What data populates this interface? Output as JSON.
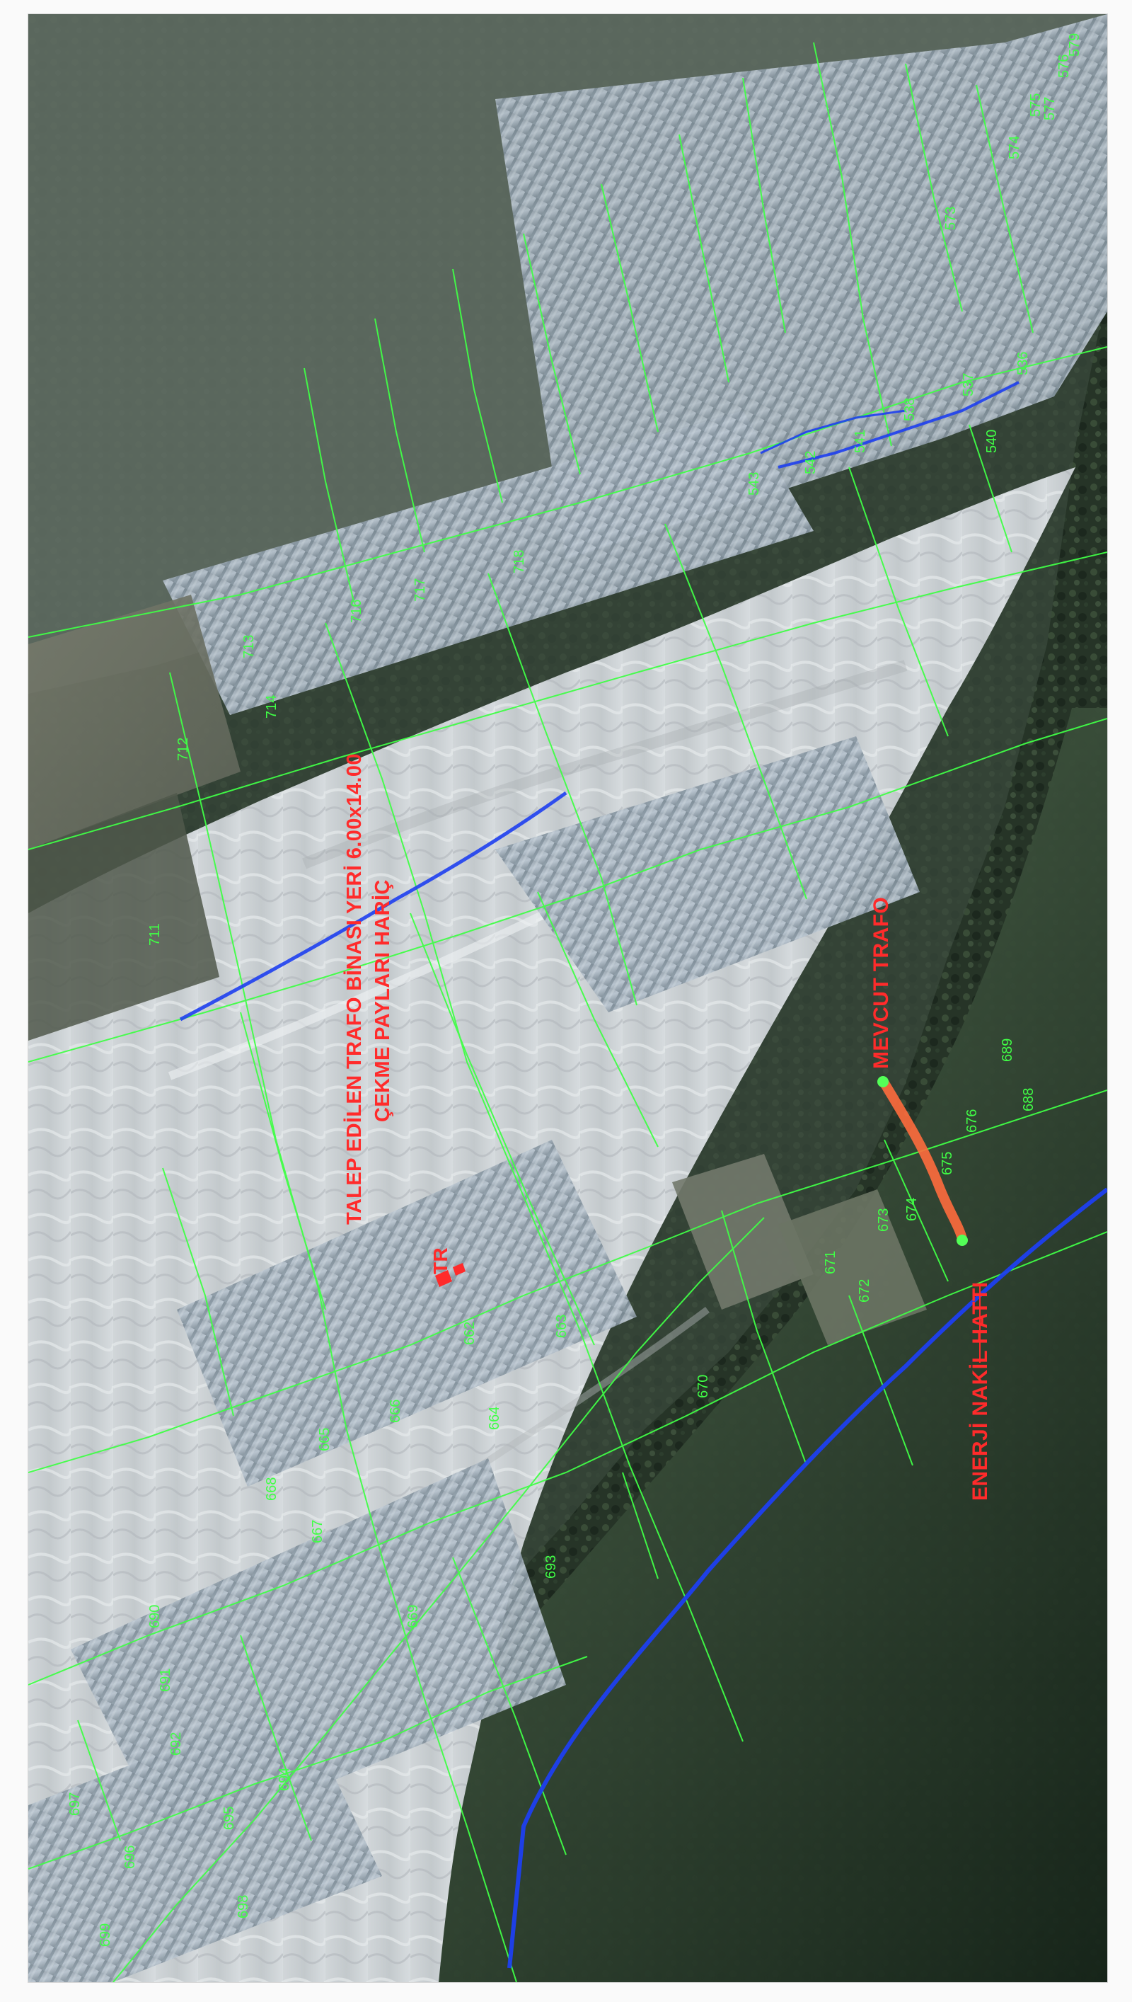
{
  "map": {
    "labels": {
      "talep_line1": "TALEP EDİLEN TRAFO BİNASI YERİ 6.00x14.00",
      "talep_line2": "ÇEKME PAYLARI HARİÇ",
      "mevcut_trafo": "MEVCUT TRAFO",
      "tr": "TR",
      "enerji_nakil_hatti": "ENERJİ NAKİL HATTI"
    },
    "parcel_numbers": [
      "711",
      "712",
      "714",
      "713",
      "716",
      "717",
      "718",
      "543",
      "542",
      "541",
      "538",
      "537",
      "536",
      "540",
      "573",
      "574",
      "575",
      "576",
      "577",
      "579",
      "662",
      "663",
      "664",
      "665",
      "666",
      "667",
      "668",
      "669",
      "670",
      "671",
      "672",
      "673",
      "674",
      "675",
      "676",
      "688",
      "689",
      "690",
      "691",
      "692",
      "693",
      "694",
      "695",
      "696",
      "697",
      "698",
      "699"
    ],
    "colors": {
      "map_label": "#ff2b2b",
      "parcel_lines": "#40ff46",
      "line_blue": "#1e3ff0",
      "route_orange": "#ff6b3d",
      "accent_dark": "#1c2b20"
    }
  }
}
